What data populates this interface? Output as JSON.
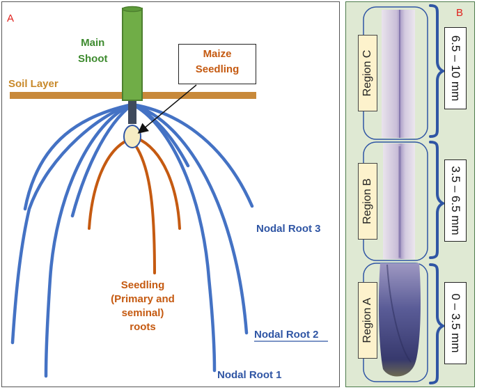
{
  "panel_a": {
    "letter": "A",
    "main_shoot": "Main\nShoot",
    "soil_layer": "Soil Layer",
    "maize_seedling": "Maize\nSeedling",
    "seedling_roots": "Seedling\n(Primary and\nseminal)\nroots",
    "nodal_root_3": "Nodal Root 3",
    "nodal_root_2": "Nodal Root 2",
    "nodal_root_1": "Nodal Root 1"
  },
  "panel_b": {
    "letter": "B",
    "regions": [
      {
        "label": "Region C",
        "range": "6.5 – 10 mm"
      },
      {
        "label": "Region B",
        "range": "3.5 – 6.5 mm"
      },
      {
        "label": "Region A",
        "range": "0 – 3.5 mm"
      }
    ]
  },
  "colors": {
    "nodal_root": "#4472c4",
    "seedling_root": "#c55a11",
    "shoot": "#70ad47",
    "soil": "#c8893a",
    "panel_b_bg": "#dfe9d3",
    "bracket": "#2f55a4"
  }
}
